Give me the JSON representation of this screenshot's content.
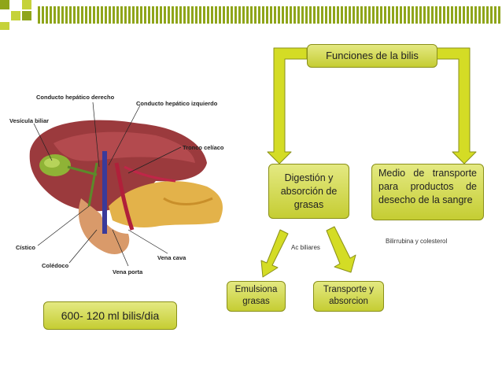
{
  "title": "Funciones de la bilis",
  "branches": {
    "left": "Digestión y absorción de grasas",
    "right": "Medio de transporte para productos de desecho de la sangre"
  },
  "notes": {
    "ac_biliares": "Ac biliares",
    "bilirrubina": "Bilirrubina y colesterol"
  },
  "leaves": {
    "emulsiona": "Emulsiona grasas",
    "transporte": "Transporte y absorcion"
  },
  "volume": "600- 120 ml bilis/dia",
  "anatomy_labels": {
    "hepatico_derecho": "Conducto hepático derecho",
    "hepatico_izquierdo": "Conducto hepático izquierdo",
    "vesicula": "Vesícula biliar",
    "tronco": "Tronco celíaco",
    "cistico": "Cístico",
    "coledoco": "Colédoco",
    "vena_cava": "Vena cava",
    "vena_porta": "Vena porta"
  },
  "colors": {
    "accent": "#c5cd33",
    "arrow": "#d4dc25",
    "stripe": "#8fa51a"
  }
}
